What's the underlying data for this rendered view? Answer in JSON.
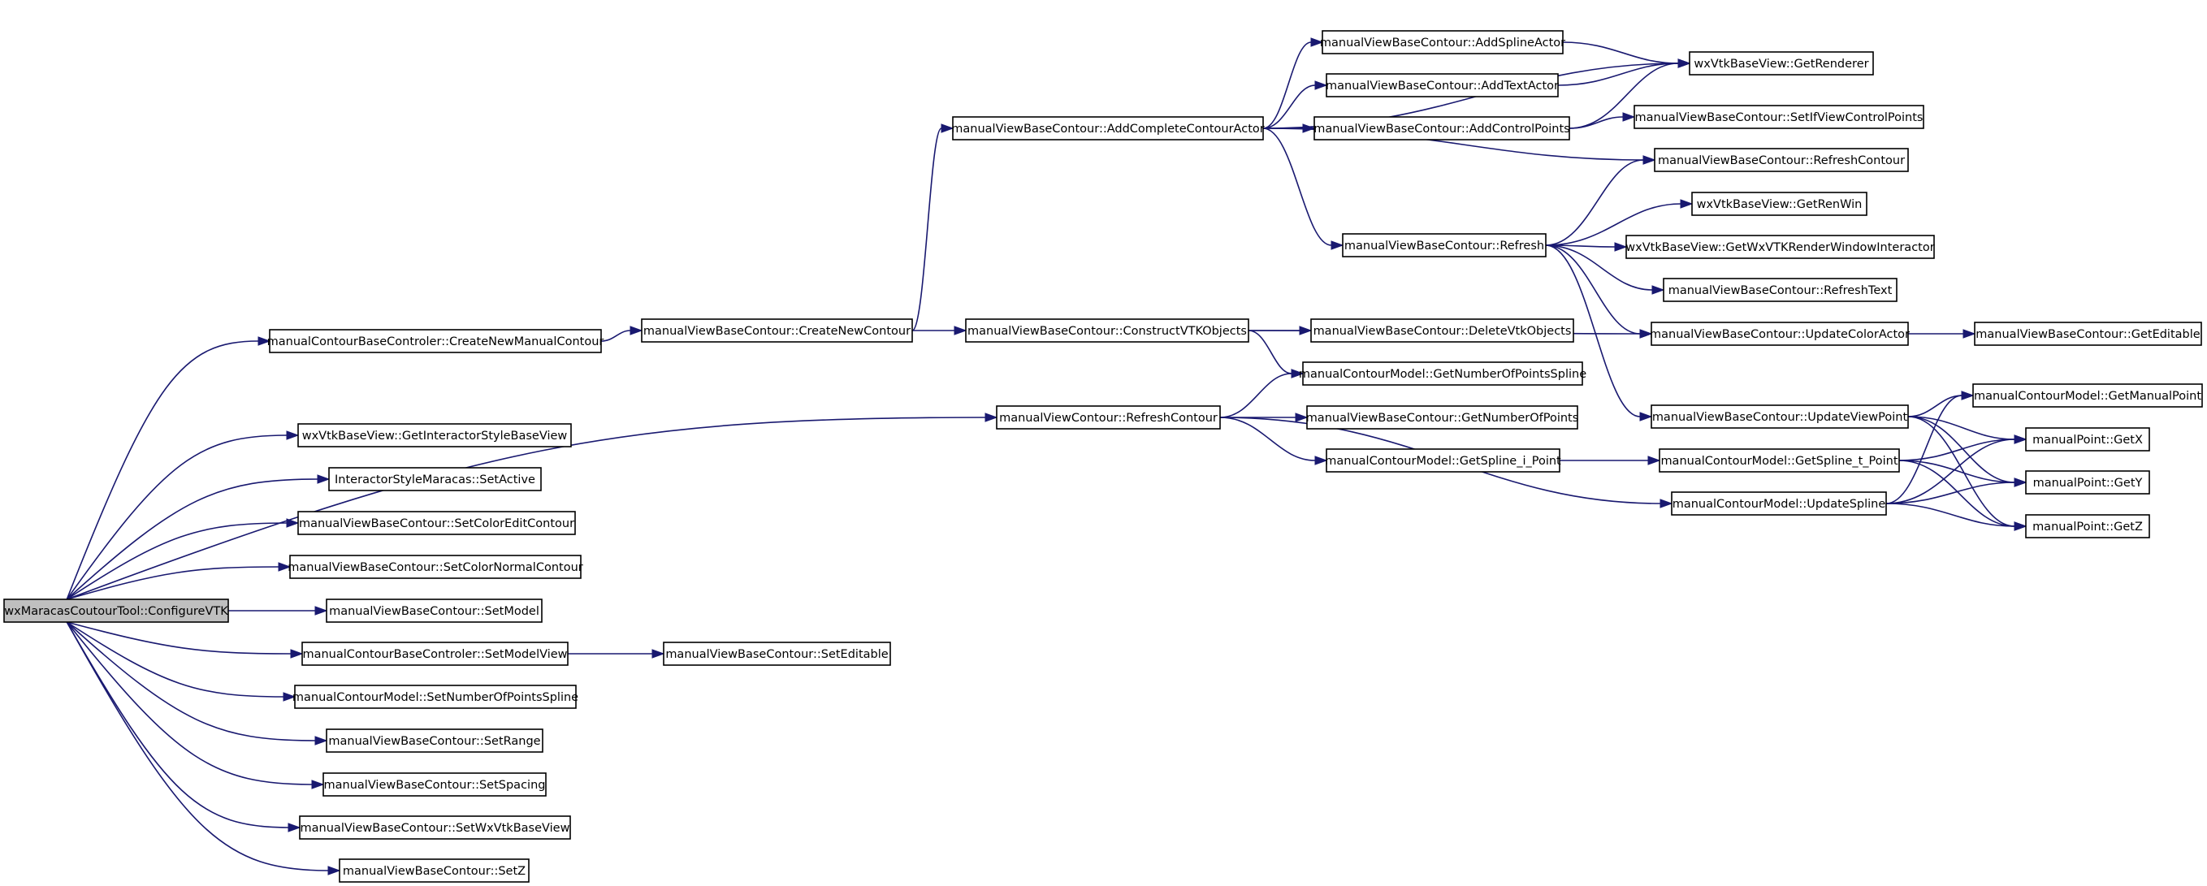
{
  "diagram": {
    "type": "call-graph",
    "colors": {
      "edge": "#191970",
      "node_border": "#000000",
      "node_fill": "#ffffff",
      "root_fill": "#bfbfbf"
    },
    "nodes": [
      {
        "id": "root",
        "label": "wxMaracasCoutourTool::ConfigureVTK"
      },
      {
        "id": "cbc_create",
        "label": "manualContourBaseControler::CreateNewManualContour"
      },
      {
        "id": "wxv_getinter",
        "label": "wxVtkBaseView::GetInteractorStyleBaseView"
      },
      {
        "id": "ism_setactive",
        "label": "InteractorStyleMaracas::SetActive"
      },
      {
        "id": "mvbc_setcoloredit",
        "label": "manualViewBaseContour::SetColorEditContour"
      },
      {
        "id": "mvbc_setcolornormal",
        "label": "manualViewBaseContour::SetColorNormalContour"
      },
      {
        "id": "mvbc_setmodel",
        "label": "manualViewBaseContour::SetModel"
      },
      {
        "id": "cbc_setmodelview",
        "label": "manualContourBaseControler::SetModelView"
      },
      {
        "id": "mcm_setnumspline",
        "label": "manualContourModel::SetNumberOfPointsSpline"
      },
      {
        "id": "mvbc_setrange",
        "label": "manualViewBaseContour::SetRange"
      },
      {
        "id": "mvbc_setspacing",
        "label": "manualViewBaseContour::SetSpacing"
      },
      {
        "id": "mvbc_setwxvtk",
        "label": "manualViewBaseContour::SetWxVtkBaseView"
      },
      {
        "id": "mvbc_setz",
        "label": "manualViewBaseContour::SetZ"
      },
      {
        "id": "mvbc_createnew",
        "label": "manualViewBaseContour::CreateNewContour"
      },
      {
        "id": "mvc_refresh",
        "label": "manualViewContour::RefreshContour"
      },
      {
        "id": "mvbc_seteditable",
        "label": "manualViewBaseContour::SetEditable"
      },
      {
        "id": "mvbc_addcomplete",
        "label": "manualViewBaseContour::AddCompleteContourActor"
      },
      {
        "id": "mvbc_construct",
        "label": "manualViewBaseContour::ConstructVTKObjects"
      },
      {
        "id": "mvbc_addspline",
        "label": "manualViewBaseContour::AddSplineActor"
      },
      {
        "id": "mvbc_addtext",
        "label": "manualViewBaseContour::AddTextActor"
      },
      {
        "id": "mvbc_addcontrol",
        "label": "manualViewBaseContour::AddControlPoints"
      },
      {
        "id": "mvbc_refreshm",
        "label": "manualViewBaseContour::Refresh"
      },
      {
        "id": "mvbc_deletevtk",
        "label": "manualViewBaseContour::DeleteVtkObjects"
      },
      {
        "id": "mcm_getnumspline",
        "label": "manualContourModel::GetNumberOfPointsSpline"
      },
      {
        "id": "mvbc_getnumpoints",
        "label": "manualViewBaseContour::GetNumberOfPoints"
      },
      {
        "id": "mcm_getspline_i",
        "label": "manualContourModel::GetSpline_i_Point"
      },
      {
        "id": "wxv_getrenderer",
        "label": "wxVtkBaseView::GetRenderer"
      },
      {
        "id": "mvbc_setifview",
        "label": "manualViewBaseContour::SetIfViewControlPoints"
      },
      {
        "id": "mvbc_refreshcontour",
        "label": "manualViewBaseContour::RefreshContour"
      },
      {
        "id": "wxv_getrenwin",
        "label": "wxVtkBaseView::GetRenWin"
      },
      {
        "id": "wxv_getwxvtk",
        "label": "wxVtkBaseView::GetWxVTKRenderWindowInteractor"
      },
      {
        "id": "mvbc_refreshtext",
        "label": "manualViewBaseContour::RefreshText"
      },
      {
        "id": "mvbc_updatecolor",
        "label": "manualViewBaseContour::UpdateColorActor"
      },
      {
        "id": "mvbc_updateviewpoint",
        "label": "manualViewBaseContour::UpdateViewPoint"
      },
      {
        "id": "mcm_getspline_t",
        "label": "manualContourModel::GetSpline_t_Point"
      },
      {
        "id": "mcm_updatespline",
        "label": "manualContourModel::UpdateSpline"
      },
      {
        "id": "mvbc_geteditable",
        "label": "manualViewBaseContour::GetEditable"
      },
      {
        "id": "mcm_getmanualpoint",
        "label": "manualContourModel::GetManualPoint"
      },
      {
        "id": "mp_getx",
        "label": "manualPoint::GetX"
      },
      {
        "id": "mp_gety",
        "label": "manualPoint::GetY"
      },
      {
        "id": "mp_getz",
        "label": "manualPoint::GetZ"
      }
    ],
    "edges": [
      [
        "root",
        "cbc_create"
      ],
      [
        "root",
        "wxv_getinter"
      ],
      [
        "root",
        "ism_setactive"
      ],
      [
        "root",
        "mvbc_setcoloredit"
      ],
      [
        "root",
        "mvbc_setcolornormal"
      ],
      [
        "root",
        "mvbc_setmodel"
      ],
      [
        "root",
        "cbc_setmodelview"
      ],
      [
        "root",
        "mcm_setnumspline"
      ],
      [
        "root",
        "mvbc_setrange"
      ],
      [
        "root",
        "mvbc_setspacing"
      ],
      [
        "root",
        "mvbc_setwxvtk"
      ],
      [
        "root",
        "mvbc_setz"
      ],
      [
        "root",
        "mvc_refresh"
      ],
      [
        "cbc_create",
        "mvbc_createnew"
      ],
      [
        "cbc_setmodelview",
        "mvbc_seteditable"
      ],
      [
        "mvbc_createnew",
        "mvbc_addcomplete"
      ],
      [
        "mvbc_createnew",
        "mvbc_construct"
      ],
      [
        "mvbc_addcomplete",
        "mvbc_addspline"
      ],
      [
        "mvbc_addcomplete",
        "mvbc_addtext"
      ],
      [
        "mvbc_addcomplete",
        "mvbc_addcontrol"
      ],
      [
        "mvbc_addcomplete",
        "mvbc_refreshm"
      ],
      [
        "mvbc_addcomplete",
        "wxv_getrenderer"
      ],
      [
        "mvbc_addcomplete",
        "mvbc_refreshcontour"
      ],
      [
        "mvbc_addspline",
        "wxv_getrenderer"
      ],
      [
        "mvbc_addtext",
        "wxv_getrenderer"
      ],
      [
        "mvbc_addcontrol",
        "wxv_getrenderer"
      ],
      [
        "mvbc_addcontrol",
        "mvbc_setifview"
      ],
      [
        "mvbc_refreshm",
        "mvbc_refreshcontour"
      ],
      [
        "mvbc_refreshm",
        "wxv_getrenwin"
      ],
      [
        "mvbc_refreshm",
        "wxv_getwxvtk"
      ],
      [
        "mvbc_refreshm",
        "mvbc_refreshtext"
      ],
      [
        "mvbc_refreshm",
        "mvbc_updatecolor"
      ],
      [
        "mvbc_refreshm",
        "mvbc_updateviewpoint"
      ],
      [
        "mvbc_construct",
        "mvbc_deletevtk"
      ],
      [
        "mvbc_construct",
        "mcm_getnumspline"
      ],
      [
        "mvbc_construct",
        "mvbc_updatecolor"
      ],
      [
        "mvc_refresh",
        "mcm_getnumspline"
      ],
      [
        "mvc_refresh",
        "mvbc_getnumpoints"
      ],
      [
        "mvc_refresh",
        "mcm_getspline_i"
      ],
      [
        "mvc_refresh",
        "mcm_updatespline"
      ],
      [
        "mcm_getspline_i",
        "mcm_getspline_t"
      ],
      [
        "mvbc_updatecolor",
        "mvbc_geteditable"
      ],
      [
        "mvbc_updateviewpoint",
        "mcm_getmanualpoint"
      ],
      [
        "mvbc_updateviewpoint",
        "mp_getx"
      ],
      [
        "mvbc_updateviewpoint",
        "mp_gety"
      ],
      [
        "mvbc_updateviewpoint",
        "mp_getz"
      ],
      [
        "mcm_getspline_t",
        "mp_getx"
      ],
      [
        "mcm_getspline_t",
        "mp_gety"
      ],
      [
        "mcm_getspline_t",
        "mp_getz"
      ],
      [
        "mcm_updatespline",
        "mcm_getmanualpoint"
      ],
      [
        "mcm_updatespline",
        "mp_getx"
      ],
      [
        "mcm_updatespline",
        "mp_gety"
      ],
      [
        "mcm_updatespline",
        "mp_getz"
      ]
    ]
  }
}
